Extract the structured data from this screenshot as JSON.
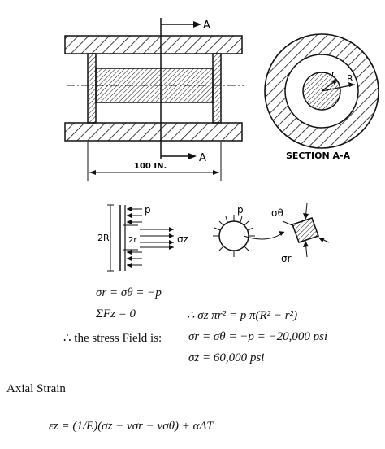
{
  "figure": {
    "section_marker": "A",
    "section_caption": "SECTION A-A",
    "dimension_label": "100 IN.",
    "r_label": "r",
    "R_label": "R",
    "p_label": "p",
    "sigma_z_label": "σz",
    "sigma_theta_label": "σθ",
    "sigma_r_label": "σr",
    "two_R_label": "2R",
    "two_r_label": "2r"
  },
  "equations": {
    "eq1": "σr  =  σθ  =  −p",
    "eq2_left": "ΣFz  =  0",
    "eq2_right": "∴  σz πr² = p π(R² − r²)",
    "eq3_prefix": "∴ the stress Field is:",
    "eq3": "σr  =  σθ  =  −p  =  −20,000 psi",
    "eq4": "σz  =  60,000 psi",
    "eq5": "εz  =  (1/E)(σz − νσr − νσθ) + αΔT"
  },
  "section_title": "Axial Strain"
}
